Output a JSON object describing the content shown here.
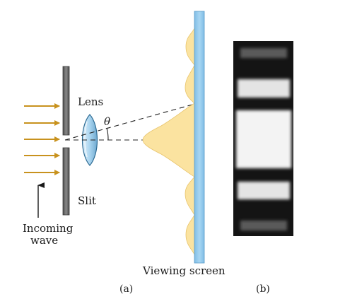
{
  "labels": {
    "lens": "Lens",
    "theta": "θ",
    "slit": "Slit",
    "incoming_line1": "Incoming",
    "incoming_line2": "wave",
    "viewing_screen": "Viewing screen",
    "panel_a": "(a)",
    "panel_b": "(b)"
  },
  "colors": {
    "arrow": "#c8921e",
    "slit_plate": "#6b6b6b",
    "screen": "#8fc6ea",
    "intensity_fill": "#fbe3a0",
    "photo_background": "#141414",
    "lens_fill": "#a9d4ef"
  },
  "incoming_wave_arrow_count": 5,
  "photo_bands": [
    {
      "name": "top-secondary-maximum",
      "brightness": 0.25
    },
    {
      "name": "first-secondary-maximum-upper",
      "brightness": 0.9
    },
    {
      "name": "central-maximum",
      "brightness": 1.0
    },
    {
      "name": "first-secondary-maximum-lower",
      "brightness": 0.9
    },
    {
      "name": "bottom-secondary-maximum",
      "brightness": 0.25
    }
  ]
}
